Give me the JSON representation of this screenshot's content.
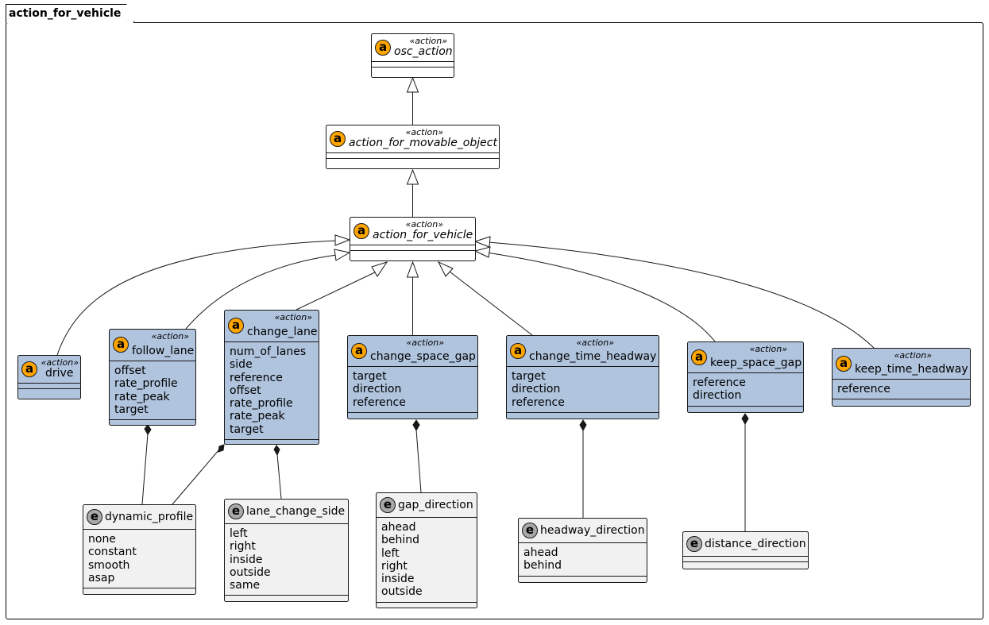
{
  "package": {
    "name": "action_for_vehicle"
  },
  "stereotype": "«action»",
  "classes": {
    "osc_action": {
      "name": "osc_action"
    },
    "action_for_movable_object": {
      "name": "action_for_movable_object"
    },
    "action_for_vehicle": {
      "name": "action_for_vehicle"
    },
    "drive": {
      "name": "drive"
    },
    "follow_lane": {
      "name": "follow_lane",
      "fields": [
        "offset",
        "rate_profile",
        "rate_peak",
        "target"
      ]
    },
    "change_lane": {
      "name": "change_lane",
      "fields": [
        "num_of_lanes",
        "side",
        "reference",
        "offset",
        "rate_profile",
        "rate_peak",
        "target"
      ]
    },
    "change_space_gap": {
      "name": "change_space_gap",
      "fields": [
        "target",
        "direction",
        "reference"
      ]
    },
    "change_time_headway": {
      "name": "change_time_headway",
      "fields": [
        "target",
        "direction",
        "reference"
      ]
    },
    "keep_space_gap": {
      "name": "keep_space_gap",
      "fields": [
        "reference",
        "direction"
      ]
    },
    "keep_time_headway": {
      "name": "keep_time_headway",
      "fields": [
        "reference"
      ]
    }
  },
  "enums": {
    "dynamic_profile": {
      "name": "dynamic_profile",
      "values": [
        "none",
        "constant",
        "smooth",
        "asap"
      ]
    },
    "lane_change_side": {
      "name": "lane_change_side",
      "values": [
        "left",
        "right",
        "inside",
        "outside",
        "same"
      ]
    },
    "gap_direction": {
      "name": "gap_direction",
      "values": [
        "ahead",
        "behind",
        "left",
        "right",
        "inside",
        "outside"
      ]
    },
    "headway_direction": {
      "name": "headway_direction",
      "values": [
        "ahead",
        "behind"
      ]
    },
    "distance_direction": {
      "name": "distance_direction",
      "values": []
    }
  },
  "colors": {
    "action_fill": "#b0c4de",
    "enum_fill": "#f1f1f1",
    "action_badge": "#ffa500",
    "enum_badge": "#a9a9a9",
    "line": "#181818"
  },
  "icons": {
    "action_badge": "a-circle-icon",
    "enum_badge": "e-circle-icon"
  }
}
